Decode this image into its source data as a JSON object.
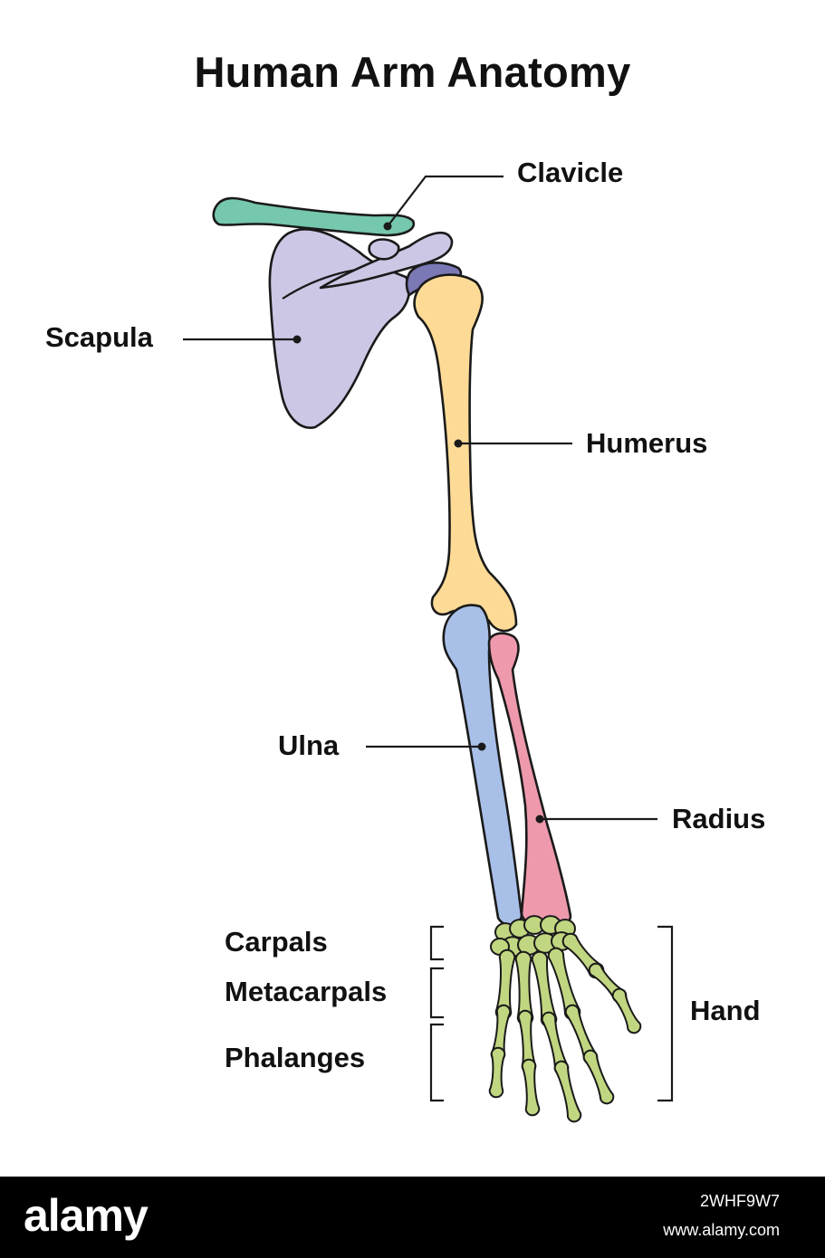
{
  "title": "Human Arm Anatomy",
  "labels": {
    "clavicle": "Clavicle",
    "scapula": "Scapula",
    "humerus": "Humerus",
    "ulna": "Ulna",
    "radius": "Radius",
    "carpals": "Carpals",
    "metacarpals": "Metacarpals",
    "phalanges": "Phalanges",
    "hand": "Hand"
  },
  "colors": {
    "clavicle": "#75c7ad",
    "scapula": "#cdc7e6",
    "humeral_head_cartilage": "#7b78b6",
    "humerus": "#fddb96",
    "ulna": "#a8c0e8",
    "radius": "#ee9aac",
    "hand": "#c1d680",
    "outline": "#1a1a1a"
  },
  "footer": {
    "logo": "alamy",
    "image_id": "2WHF9W7",
    "site": "www.alamy.com"
  }
}
